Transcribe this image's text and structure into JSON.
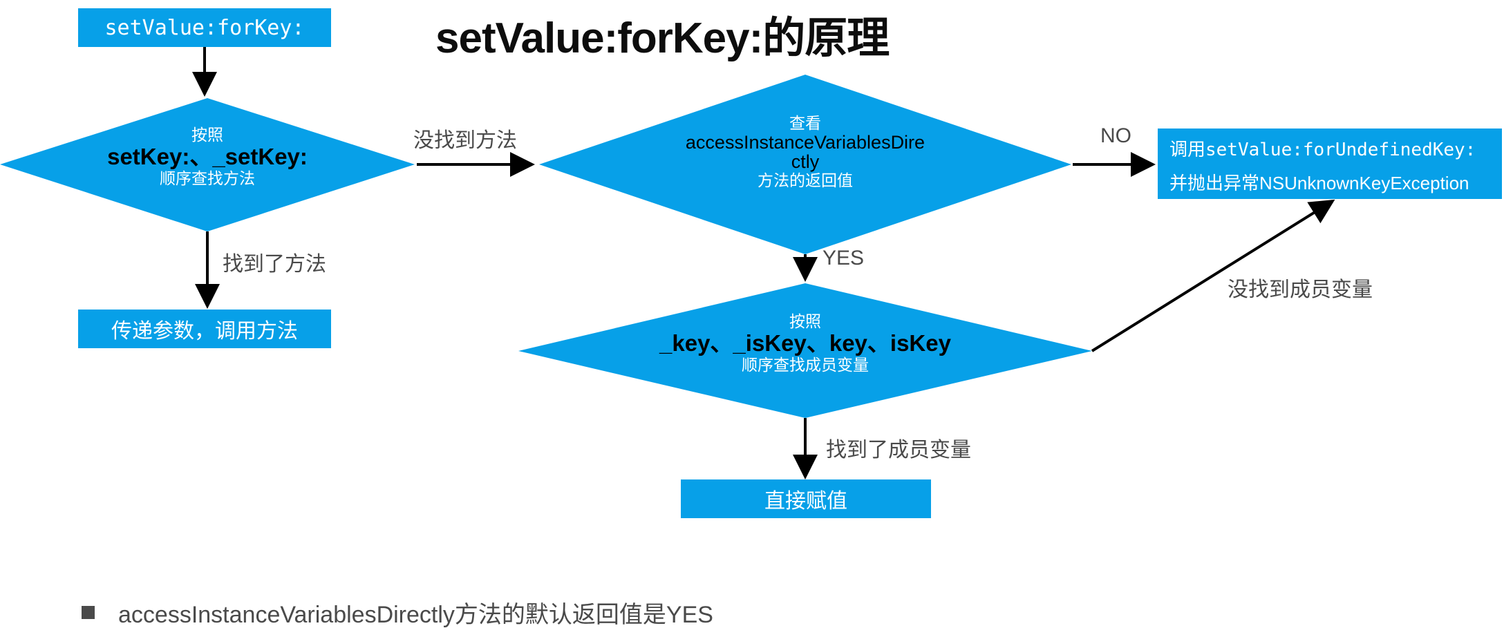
{
  "slide": {
    "title": "setValue:forKey:的原理",
    "accent_color": "#07a0e8",
    "text_dark": "#4a4a4a",
    "background": "#ffffff"
  },
  "nodes": {
    "entry_box": {
      "label": "setValue:forKey:",
      "type": "terminator",
      "font": "mono"
    },
    "decision_method": {
      "line1": "按照",
      "line2": "setKey:、_setKey:",
      "line3": "顺序查找方法"
    },
    "process_call": {
      "label": "传递参数，调用方法"
    },
    "decision_access": {
      "line1": "查看",
      "line2": "accessInstanceVariablesDire",
      "line2b": "ctly",
      "line3": "方法的返回值"
    },
    "exception_box": {
      "line1": "调用setValue:forUndefinedKey:",
      "line2": "并抛出异常NSUnknownKeyException"
    },
    "decision_ivar": {
      "line1": "按照",
      "line2": "_key、_isKey、key、isKey",
      "line3": "顺序查找成员变量"
    },
    "process_assign": {
      "label": "直接赋值"
    }
  },
  "edges": {
    "method_not_found": "没找到方法",
    "method_found": "找到了方法",
    "access_no": "NO",
    "access_yes": "YES",
    "ivar_not_found": "没找到成员变量",
    "ivar_found": "找到了成员变量"
  },
  "footnote": {
    "bullet_glyph": "square-bullet",
    "text": "accessInstanceVariablesDirectly方法的默认返回值是YES"
  }
}
